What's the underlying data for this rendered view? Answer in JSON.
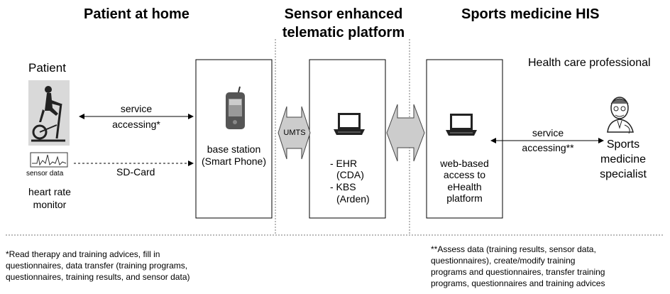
{
  "headers": {
    "home": "Patient at home",
    "platform_line1": "Sensor enhanced",
    "platform_line2": "telematic platform",
    "his": "Sports medicine HIS"
  },
  "left": {
    "patient_label": "Patient",
    "sensor_data": "sensor data",
    "hr_line1": "heart rate",
    "hr_line2": "monitor",
    "service_line1": "service",
    "service_line2": "accessing*",
    "sdcard": "SD-Card"
  },
  "base_station": {
    "line1": "base station",
    "line2": "(Smart Phone)"
  },
  "umts": "UMTS",
  "platform": {
    "ehr1": "- EHR",
    "ehr2": "(CDA)",
    "kbs1": "- KBS",
    "kbs2": "(Arden)"
  },
  "his_box": {
    "line1": "web-based",
    "line2": "access to",
    "line3": "eHealth",
    "line4": "platform"
  },
  "right": {
    "hcp": "Health care professional",
    "service_line1": "service",
    "service_line2": "accessing**",
    "spec1": "Sports",
    "spec2": "medicine",
    "spec3": "specialist"
  },
  "footnotes": {
    "left": [
      "*Read therapy and training advices, fill in",
      "questionnaires, data transfer (training programs,",
      "questionnaires, training results, and sensor data)"
    ],
    "right": [
      "**Assess  data (training results, sensor data,",
      "questionnaires), create/modify training",
      "programs and questionnaires, transfer training",
      "programs, questionnaires and training advices"
    ]
  }
}
